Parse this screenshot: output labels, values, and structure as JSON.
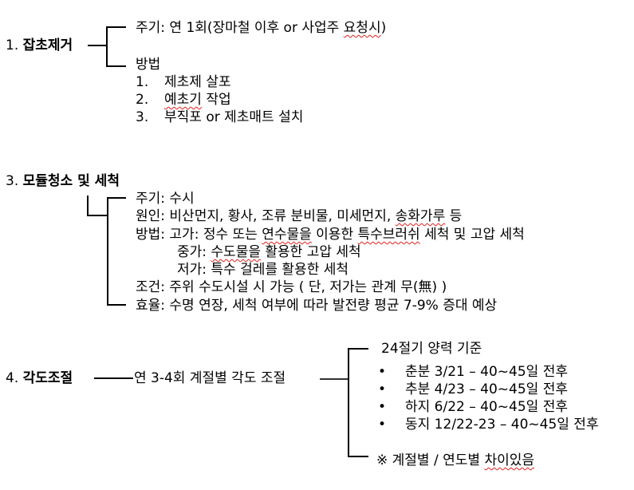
{
  "section1": {
    "number": "1.",
    "title": "잡초제거",
    "cycle": "주기: 연 1회(장마철 이후 or 사업주 ",
    "cycle_underlined": "요청시",
    "cycle_end": ")",
    "method_label": "방법",
    "methods": [
      {
        "num": "1.",
        "text": "제초제 살포"
      },
      {
        "num": "2.",
        "text_underlined": "예초기",
        "text": " 작업"
      },
      {
        "num": "3.",
        "text": "부직포 or 제초매트 설치"
      }
    ]
  },
  "section3": {
    "number": "3.",
    "title": "모듈청소 및 세척",
    "cycle": "주기: 수시",
    "cause_prefix": "원인: 비산먼지, 황사, 조류 분비물, 미세먼지, ",
    "cause_underlined": "송화가루",
    "cause_suffix": " 등",
    "method_high_prefix": "방법: 고가: 정수 또는 ",
    "method_high_ul1": "연수물을",
    "method_high_mid": " 이용한 ",
    "method_high_ul2": "특수브러쉬",
    "method_high_suffix": " 세척 및 고압 세척",
    "method_mid_prefix": "중가: ",
    "method_mid_ul": "수도물을",
    "method_mid_suffix": " 활용한 고압 세척",
    "method_low": "저가: 특수 걸레를 활용한 세척",
    "condition": "조건: 주위 수도시설 시 가능 ( 단, 저가는 관계 무(無) )",
    "efficiency": "효율: 수명 연장, 세척 여부에 따라 발전량 평균 7-9% 증대 예상"
  },
  "section4": {
    "number": "4.",
    "title": "각도조절",
    "frequency": "연 3-4회 계절별 각도 조절",
    "basis": "24절기 양력 기준",
    "bullet_glyph": "•",
    "seasons": [
      "춘분 3/21 – 40~45일 전후",
      "추분 4/23 – 40~45일 전후",
      "하지 6/22 – 40~45일 전후",
      "동지 12/22-23 – 40~45일 전후"
    ],
    "note_prefix": "※ 계절별 / 연도별 ",
    "note_underlined": "차이있음"
  },
  "colors": {
    "text": "#000000",
    "spellcheck": "#e02020",
    "background": "#ffffff"
  }
}
